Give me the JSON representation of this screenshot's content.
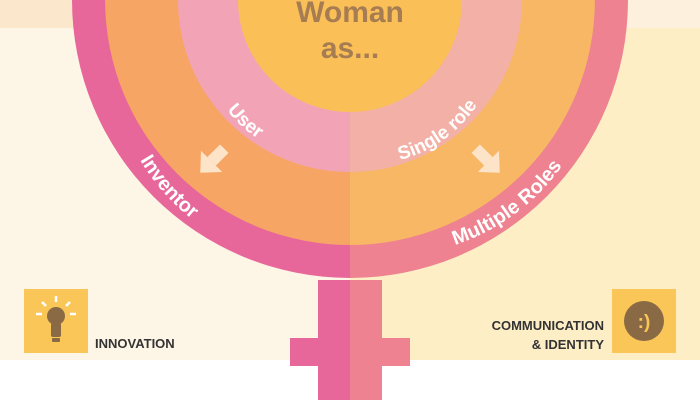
{
  "center": {
    "line1": "Woman",
    "line2": "as..."
  },
  "rings": {
    "inner_left": "User",
    "inner_right": "Single role",
    "outer_left": "Inventor",
    "outer_right": "Multiple Roles"
  },
  "corners": {
    "left": {
      "label": "INNOVATION",
      "icon": "lightbulb-icon"
    },
    "right": {
      "line1": "COMMUNICATION",
      "line2": "& IDENTITY",
      "icon": "smiley-icon",
      "glyph": ":)"
    }
  },
  "colors": {
    "background_left": "#fdf6e6",
    "background_right": "#fdeec6",
    "outer_left": "#e8679a",
    "outer_right": "#ee8290",
    "middle_left": "#f6a564",
    "middle_right": "#f8b764",
    "inner_left": "#f2a4b6",
    "inner_right": "#f3b0a6",
    "core": "#fbbf58",
    "icon_box": "#f9c657",
    "arrow": "#fde4c8",
    "center_text": "#a67c52",
    "corner_text": "#333333"
  }
}
